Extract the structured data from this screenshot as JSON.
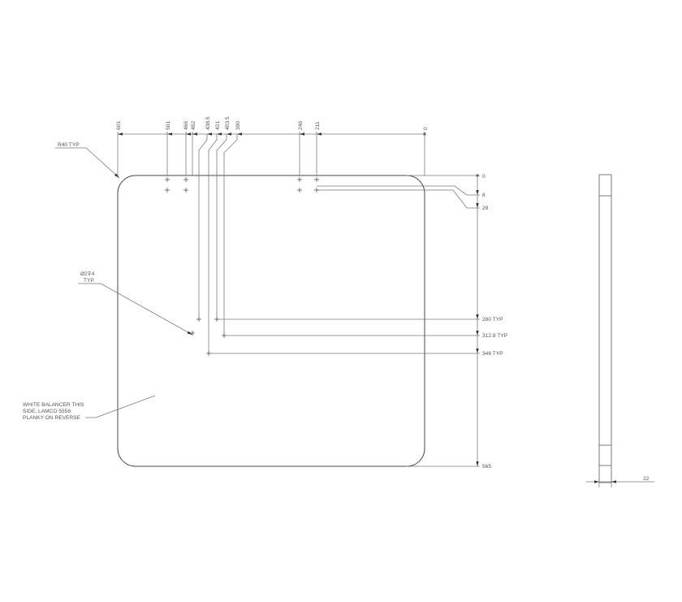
{
  "drawing": {
    "top_dims": [
      "601",
      "501",
      "466",
      "452",
      "438.5",
      "421",
      "403.5",
      "390",
      "246",
      "211",
      "0"
    ],
    "right_dims": [
      "0",
      "8",
      "29",
      "280 TYP",
      "312.8 TYP",
      "346 TYP",
      "565"
    ],
    "radius_note": "R40 TYP",
    "hole_note_line1": "Ø2⊽4",
    "hole_note_line2": "TYP",
    "side_note_line1": "WHITE BALANCER THIS",
    "side_note_line2": "SIDE, LAMCO 5558",
    "side_note_line3": "PLANKY ON REVERSE",
    "thickness_dim": "22"
  },
  "colors": {
    "line": "#6b6b6b",
    "text": "#555555",
    "background": "#ffffff"
  }
}
